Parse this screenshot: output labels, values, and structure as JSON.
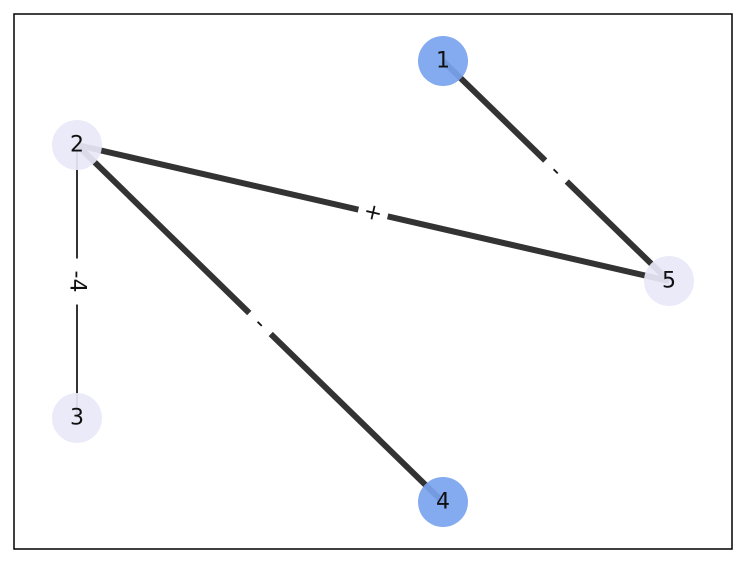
{
  "graph": {
    "nodes": [
      {
        "id": "1",
        "label": "1",
        "color": "#7aa3ef"
      },
      {
        "id": "2",
        "label": "2",
        "color": "#e8e8f8"
      },
      {
        "id": "3",
        "label": "3",
        "color": "#e8e8f8"
      },
      {
        "id": "4",
        "label": "4",
        "color": "#7aa3ef"
      },
      {
        "id": "5",
        "label": "5",
        "color": "#e8e8f8"
      }
    ],
    "edges": [
      {
        "id": "e-2-5",
        "source": "2",
        "target": "5",
        "label": "+",
        "style": "thick"
      },
      {
        "id": "e-1-5",
        "source": "1",
        "target": "5",
        "label": "-",
        "style": "thick"
      },
      {
        "id": "e-2-4",
        "source": "2",
        "target": "4",
        "label": "-",
        "style": "thick"
      },
      {
        "id": "e-2-3",
        "source": "2",
        "target": "3",
        "label": "-4",
        "style": "thin"
      }
    ],
    "edge_color": "#333333",
    "frame_color": "#000000"
  }
}
